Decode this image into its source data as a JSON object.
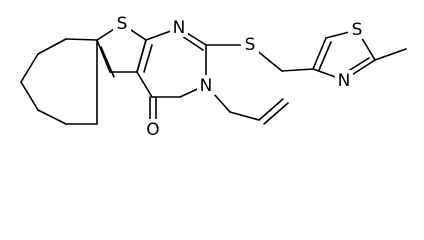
{
  "molecule": {
    "atoms": [
      {
        "id": "S1",
        "label": "S"
      },
      {
        "id": "N1",
        "label": "N"
      },
      {
        "id": "S2",
        "label": "S"
      },
      {
        "id": "N2",
        "label": "N"
      },
      {
        "id": "O1",
        "label": "O"
      },
      {
        "id": "S3",
        "label": "S"
      },
      {
        "id": "N3",
        "label": "N"
      }
    ]
  },
  "colors": {
    "bond": "#000000",
    "label": "#000000",
    "background": "#ffffff"
  }
}
